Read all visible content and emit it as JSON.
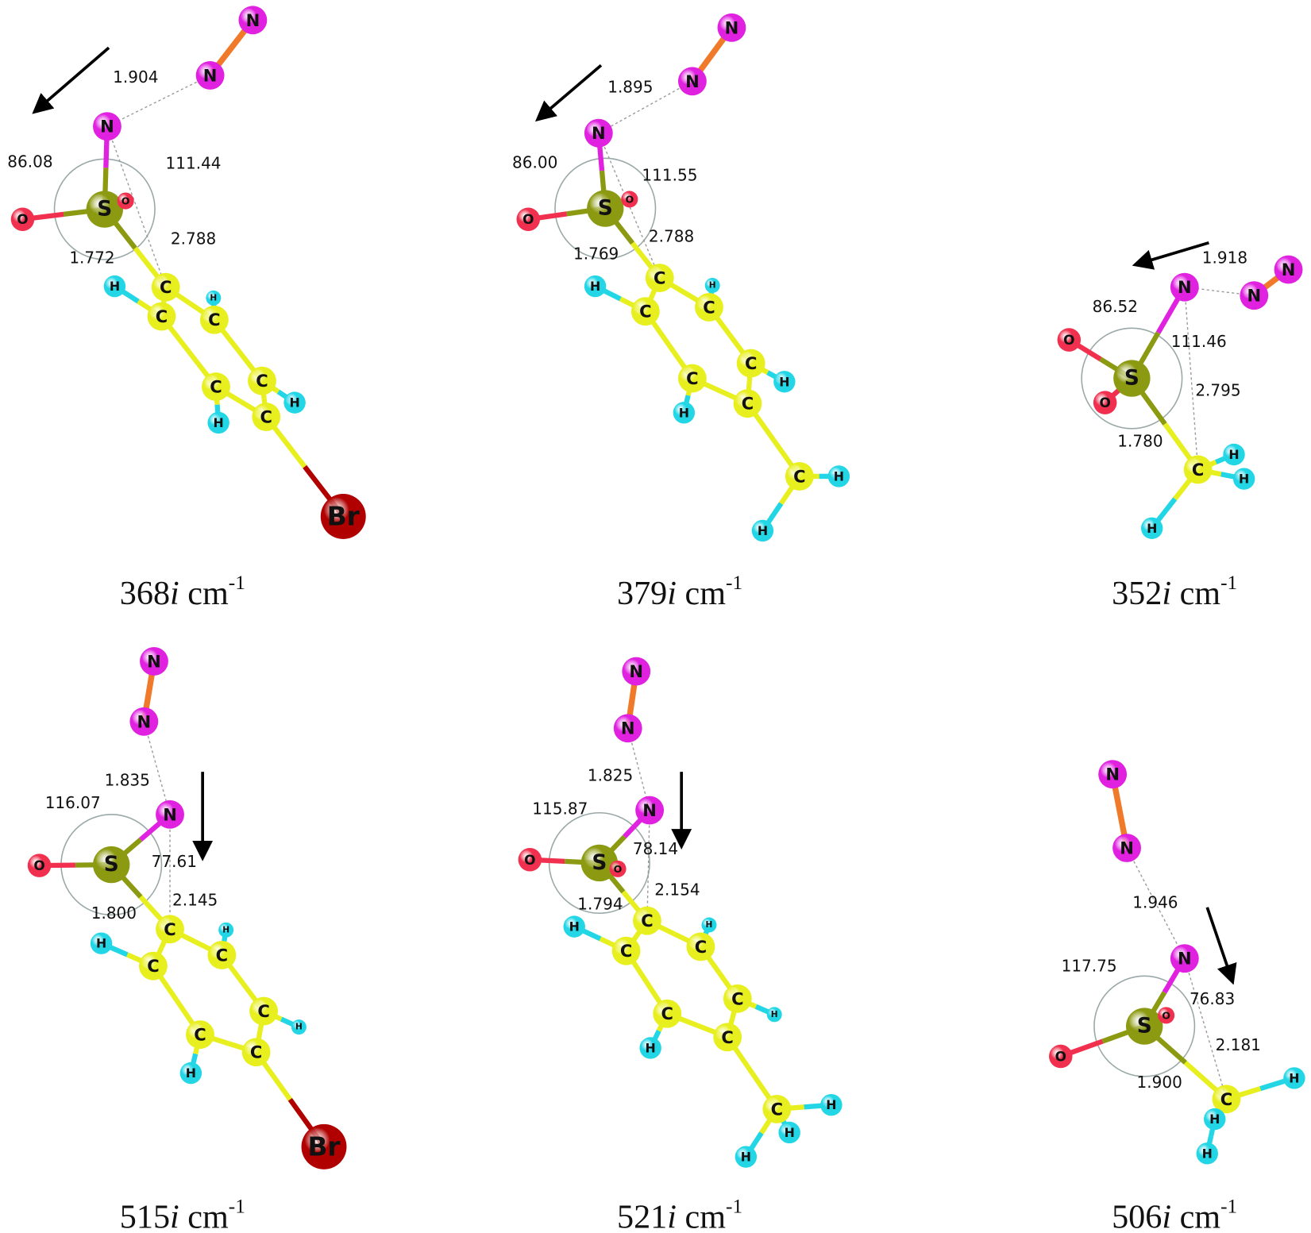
{
  "figure": {
    "panels": [
      {
        "freq_value": "368",
        "freq_imag": "i",
        "unit": "cm",
        "exponent": "-1",
        "atoms": [
          "N",
          "N",
          "N",
          "S",
          "O",
          "O",
          "C",
          "H",
          "H",
          "C",
          "C",
          "C",
          "C",
          "H",
          "H",
          "C",
          "Br"
        ],
        "measurements": [
          "1.904",
          "86.08",
          "111.44",
          "2.788",
          "1.772"
        ]
      },
      {
        "freq_value": "379",
        "freq_imag": "i",
        "unit": "cm",
        "exponent": "-1",
        "atoms": [
          "N",
          "N",
          "N",
          "S",
          "O",
          "O",
          "C",
          "H",
          "H",
          "C",
          "C",
          "C",
          "C",
          "H",
          "H",
          "C",
          "C",
          "H",
          "H"
        ],
        "measurements": [
          "1.895",
          "86.00",
          "111.55",
          "2.788",
          "1.769"
        ]
      },
      {
        "freq_value": "352",
        "freq_imag": "i",
        "unit": "cm",
        "exponent": "-1",
        "atoms": [
          "N",
          "N",
          "N",
          "S",
          "O",
          "O",
          "C",
          "H",
          "H",
          "H"
        ],
        "measurements": [
          "1.918",
          "86.52",
          "111.46",
          "2.795",
          "1.780"
        ]
      },
      {
        "freq_value": "515",
        "freq_imag": "i",
        "unit": "cm",
        "exponent": "-1",
        "atoms": [
          "N",
          "N",
          "N",
          "S",
          "O",
          "C",
          "H",
          "H",
          "C",
          "C",
          "C",
          "H",
          "C",
          "H",
          "C",
          "Br"
        ],
        "measurements": [
          "1.835",
          "116.07",
          "77.61",
          "2.145",
          "1.800"
        ]
      },
      {
        "freq_value": "521",
        "freq_imag": "i",
        "unit": "cm",
        "exponent": "-1",
        "atoms": [
          "N",
          "N",
          "N",
          "S",
          "O",
          "O",
          "C",
          "H",
          "H",
          "C",
          "C",
          "C",
          "C",
          "H",
          "H",
          "C",
          "C",
          "H",
          "H",
          "H"
        ],
        "measurements": [
          "1.825",
          "115.87",
          "78.14",
          "2.154",
          "1.794"
        ]
      },
      {
        "freq_value": "506",
        "freq_imag": "i",
        "unit": "cm",
        "exponent": "-1",
        "atoms": [
          "N",
          "N",
          "N",
          "S",
          "O",
          "O",
          "C",
          "H",
          "H",
          "H"
        ],
        "measurements": [
          "1.946",
          "117.75",
          "76.83",
          "2.181",
          "1.900"
        ]
      }
    ],
    "colors": {
      "N": "#e021e0",
      "S": "#8c9a12",
      "O": "#f0304e",
      "C": "#e8ef1e",
      "H": "#22d6e6",
      "Br": "#b00000",
      "NN_bond": "#f07a2a",
      "arrow": "#000000"
    }
  }
}
